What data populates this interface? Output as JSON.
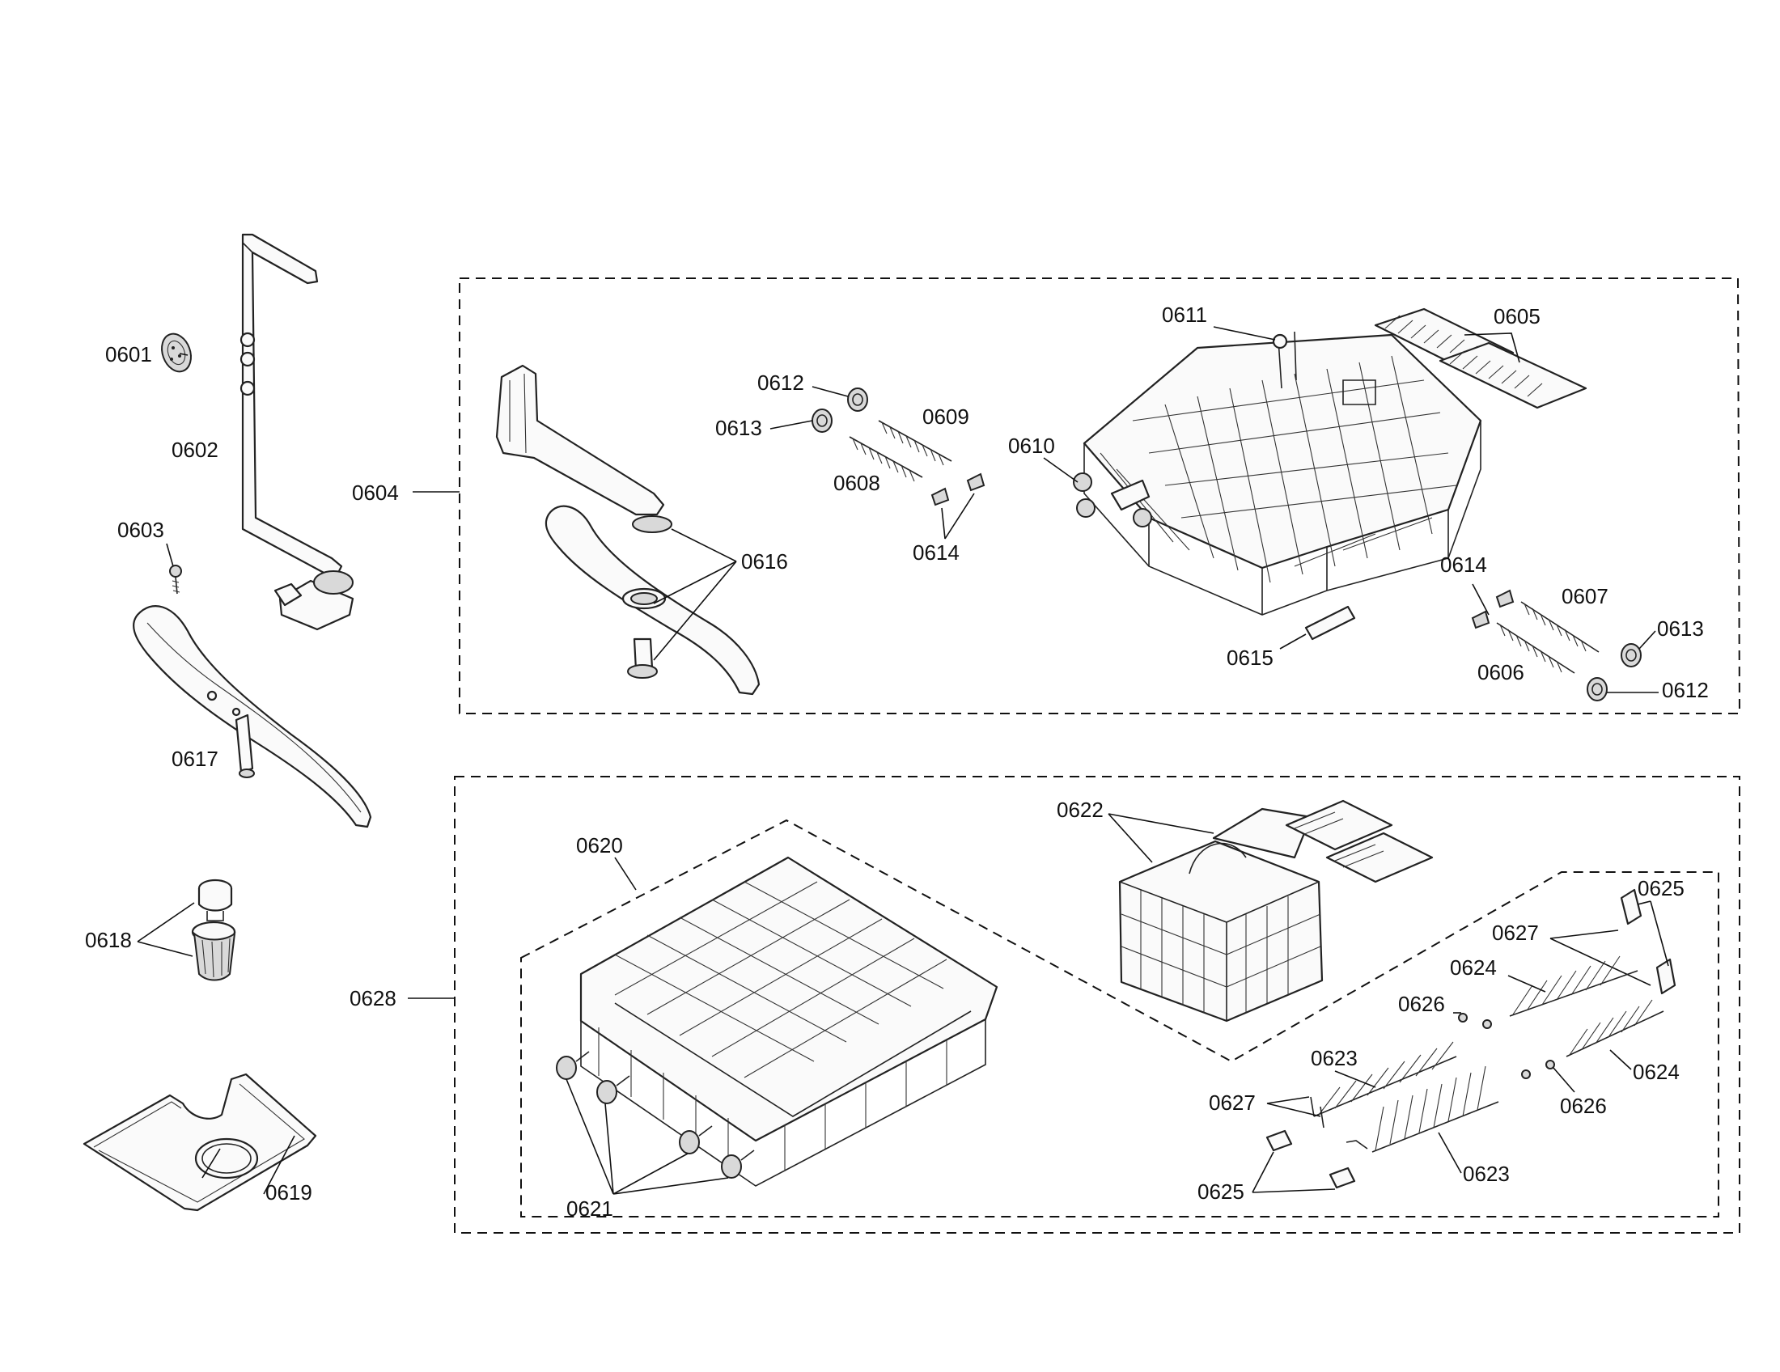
{
  "colors": {
    "ink": "#111111",
    "paper": "#ffffff",
    "part_fill": "#fafafa"
  },
  "labels": {
    "p0601": "0601",
    "p0602": "0602",
    "p0603": "0603",
    "p0604": "0604",
    "p0605": "0605",
    "p0606": "0606",
    "p0607": "0607",
    "p0608": "0608",
    "p0609": "0609",
    "p0610": "0610",
    "p0611": "0611",
    "p0612a": "0612",
    "p0612b": "0612",
    "p0613a": "0613",
    "p0613b": "0613",
    "p0614a": "0614",
    "p0614b": "0614",
    "p0615": "0615",
    "p0616": "0616",
    "p0617": "0617",
    "p0618": "0618",
    "p0619": "0619",
    "p0620": "0620",
    "p0621": "0621",
    "p0622": "0622",
    "p0623a": "0623",
    "p0623b": "0623",
    "p0624a": "0624",
    "p0624b": "0624",
    "p0625a": "0625",
    "p0625b": "0625",
    "p0626a": "0626",
    "p0626b": "0626",
    "p0627a": "0627",
    "p0627b": "0627",
    "p0628": "0628"
  }
}
